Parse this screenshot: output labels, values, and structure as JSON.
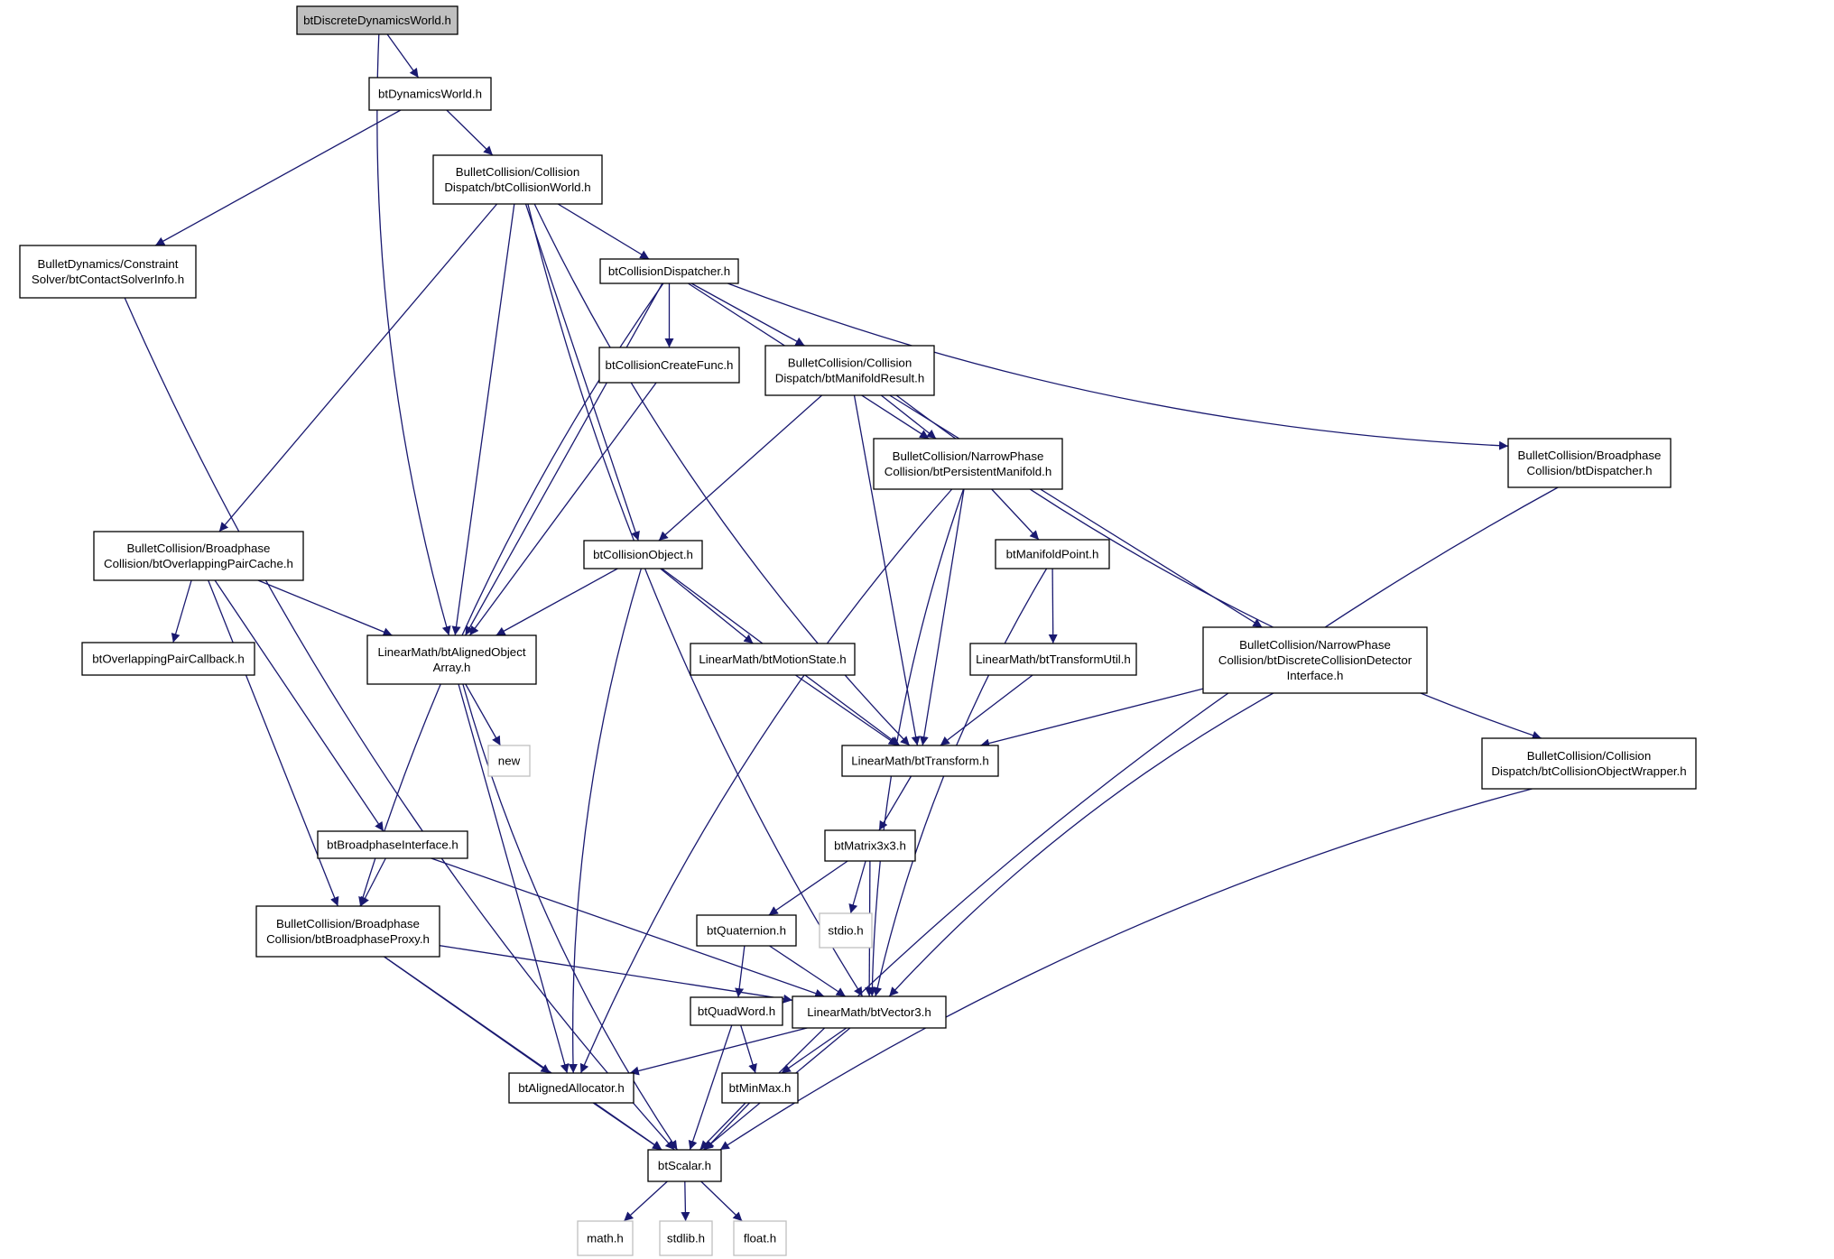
{
  "graph": {
    "colors": {
      "edge": "#191970",
      "root_fill": "#bfbfbf",
      "node_border": "#000000",
      "external_border": "#bfbfbf",
      "background": "#ffffff"
    },
    "nodes": [
      {
        "id": "root",
        "lines": [
          "btDiscreteDynamicsWorld.h"
        ],
        "kind": "root"
      },
      {
        "id": "dynworld",
        "lines": [
          "btDynamicsWorld.h"
        ],
        "kind": "normal"
      },
      {
        "id": "collworld",
        "lines": [
          "BulletCollision/Collision",
          "Dispatch/btCollisionWorld.h"
        ],
        "kind": "normal"
      },
      {
        "id": "solverinfo",
        "lines": [
          "BulletDynamics/Constraint",
          "Solver/btContactSolverInfo.h"
        ],
        "kind": "normal"
      },
      {
        "id": "colldisp",
        "lines": [
          "btCollisionDispatcher.h"
        ],
        "kind": "normal"
      },
      {
        "id": "createfunc",
        "lines": [
          "btCollisionCreateFunc.h"
        ],
        "kind": "normal"
      },
      {
        "id": "manifoldresult",
        "lines": [
          "BulletCollision/Collision",
          "Dispatch/btManifoldResult.h"
        ],
        "kind": "normal"
      },
      {
        "id": "persistent",
        "lines": [
          "BulletCollision/NarrowPhase",
          "Collision/btPersistentManifold.h"
        ],
        "kind": "normal"
      },
      {
        "id": "bpdispatcher",
        "lines": [
          "BulletCollision/Broadphase",
          "Collision/btDispatcher.h"
        ],
        "kind": "normal"
      },
      {
        "id": "paircache",
        "lines": [
          "BulletCollision/Broadphase",
          "Collision/btOverlappingPairCache.h"
        ],
        "kind": "normal"
      },
      {
        "id": "collobject",
        "lines": [
          "btCollisionObject.h"
        ],
        "kind": "normal"
      },
      {
        "id": "manifoldpoint",
        "lines": [
          "btManifoldPoint.h"
        ],
        "kind": "normal"
      },
      {
        "id": "paircallback",
        "lines": [
          "btOverlappingPairCallback.h"
        ],
        "kind": "normal"
      },
      {
        "id": "alignedarray",
        "lines": [
          "LinearMath/btAlignedObject",
          "Array.h"
        ],
        "kind": "normal"
      },
      {
        "id": "motionstate",
        "lines": [
          "LinearMath/btMotionState.h"
        ],
        "kind": "normal"
      },
      {
        "id": "transformutil",
        "lines": [
          "LinearMath/btTransformUtil.h"
        ],
        "kind": "normal"
      },
      {
        "id": "discretedetector",
        "lines": [
          "BulletCollision/NarrowPhase",
          "Collision/btDiscreteCollisionDetector",
          "Interface.h"
        ],
        "kind": "normal"
      },
      {
        "id": "new",
        "lines": [
          "new"
        ],
        "kind": "external"
      },
      {
        "id": "transform",
        "lines": [
          "LinearMath/btTransform.h"
        ],
        "kind": "normal"
      },
      {
        "id": "objwrapper",
        "lines": [
          "BulletCollision/Collision",
          "Dispatch/btCollisionObjectWrapper.h"
        ],
        "kind": "normal"
      },
      {
        "id": "bpinterface",
        "lines": [
          "btBroadphaseInterface.h"
        ],
        "kind": "normal"
      },
      {
        "id": "matrix",
        "lines": [
          "btMatrix3x3.h"
        ],
        "kind": "normal"
      },
      {
        "id": "bpproxy",
        "lines": [
          "BulletCollision/Broadphase",
          "Collision/btBroadphaseProxy.h"
        ],
        "kind": "normal"
      },
      {
        "id": "quaternion",
        "lines": [
          "btQuaternion.h"
        ],
        "kind": "normal"
      },
      {
        "id": "stdio",
        "lines": [
          "stdio.h"
        ],
        "kind": "external"
      },
      {
        "id": "quadword",
        "lines": [
          "btQuadWord.h"
        ],
        "kind": "normal"
      },
      {
        "id": "vector3",
        "lines": [
          "LinearMath/btVector3.h"
        ],
        "kind": "normal"
      },
      {
        "id": "alignedalloc",
        "lines": [
          "btAlignedAllocator.h"
        ],
        "kind": "normal"
      },
      {
        "id": "minmax",
        "lines": [
          "btMinMax.h"
        ],
        "kind": "normal"
      },
      {
        "id": "scalar",
        "lines": [
          "btScalar.h"
        ],
        "kind": "normal"
      },
      {
        "id": "math",
        "lines": [
          "math.h"
        ],
        "kind": "external"
      },
      {
        "id": "stdlib",
        "lines": [
          "stdlib.h"
        ],
        "kind": "external"
      },
      {
        "id": "float",
        "lines": [
          "float.h"
        ],
        "kind": "external"
      }
    ],
    "edges": [
      [
        "root",
        "dynworld"
      ],
      [
        "root",
        "alignedarray"
      ],
      [
        "dynworld",
        "collworld"
      ],
      [
        "dynworld",
        "solverinfo"
      ],
      [
        "collworld",
        "colldisp"
      ],
      [
        "collworld",
        "paircache"
      ],
      [
        "collworld",
        "alignedarray"
      ],
      [
        "collworld",
        "collobject"
      ],
      [
        "collworld",
        "transform"
      ],
      [
        "collworld",
        "vector3"
      ],
      [
        "solverinfo",
        "scalar"
      ],
      [
        "colldisp",
        "createfunc"
      ],
      [
        "colldisp",
        "manifoldresult"
      ],
      [
        "colldisp",
        "persistent"
      ],
      [
        "colldisp",
        "bpdispatcher"
      ],
      [
        "colldisp",
        "alignedarray"
      ],
      [
        "colldisp",
        "bpproxy"
      ],
      [
        "createfunc",
        "alignedarray"
      ],
      [
        "manifoldresult",
        "persistent"
      ],
      [
        "manifoldresult",
        "collobject"
      ],
      [
        "manifoldresult",
        "transform"
      ],
      [
        "manifoldresult",
        "discretedetector"
      ],
      [
        "manifoldresult",
        "objwrapper"
      ],
      [
        "persistent",
        "manifoldpoint"
      ],
      [
        "persistent",
        "transform"
      ],
      [
        "persistent",
        "alignedalloc"
      ],
      [
        "persistent",
        "vector3"
      ],
      [
        "bpdispatcher",
        "scalar"
      ],
      [
        "paircache",
        "paircallback"
      ],
      [
        "paircache",
        "alignedarray"
      ],
      [
        "paircache",
        "bpinterface"
      ],
      [
        "paircache",
        "bpproxy"
      ],
      [
        "collobject",
        "alignedarray"
      ],
      [
        "collobject",
        "motionstate"
      ],
      [
        "collobject",
        "transform"
      ],
      [
        "collobject",
        "alignedalloc"
      ],
      [
        "manifoldpoint",
        "transformutil"
      ],
      [
        "manifoldpoint",
        "vector3"
      ],
      [
        "alignedarray",
        "new"
      ],
      [
        "alignedarray",
        "alignedalloc"
      ],
      [
        "alignedarray",
        "scalar"
      ],
      [
        "motionstate",
        "transform"
      ],
      [
        "transformutil",
        "transform"
      ],
      [
        "discretedetector",
        "transform"
      ],
      [
        "discretedetector",
        "vector3"
      ],
      [
        "transform",
        "matrix"
      ],
      [
        "objwrapper",
        "scalar"
      ],
      [
        "bpinterface",
        "bpproxy"
      ],
      [
        "bpinterface",
        "vector3"
      ],
      [
        "matrix",
        "quaternion"
      ],
      [
        "matrix",
        "stdio"
      ],
      [
        "matrix",
        "vector3"
      ],
      [
        "bpproxy",
        "vector3"
      ],
      [
        "bpproxy",
        "alignedalloc"
      ],
      [
        "bpproxy",
        "scalar"
      ],
      [
        "quaternion",
        "quadword"
      ],
      [
        "quaternion",
        "vector3"
      ],
      [
        "quadword",
        "minmax"
      ],
      [
        "quadword",
        "scalar"
      ],
      [
        "vector3",
        "alignedalloc"
      ],
      [
        "vector3",
        "minmax"
      ],
      [
        "vector3",
        "scalar"
      ],
      [
        "alignedalloc",
        "scalar"
      ],
      [
        "minmax",
        "scalar"
      ],
      [
        "scalar",
        "math"
      ],
      [
        "scalar",
        "stdlib"
      ],
      [
        "scalar",
        "float"
      ]
    ]
  }
}
